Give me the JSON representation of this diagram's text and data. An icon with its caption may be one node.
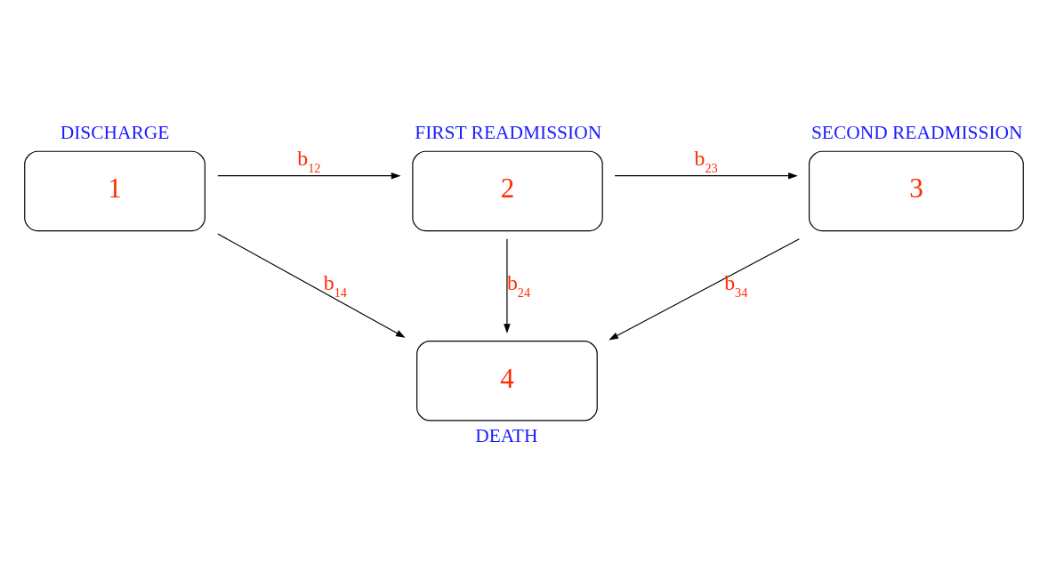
{
  "diagram": {
    "nodes": [
      {
        "text": [
          "1"
        ],
        "beside": [
          "DISCHARGE"
        ]
      },
      {
        "text": [
          "2"
        ],
        "beside": [
          "FIRST READMISSION"
        ]
      },
      {
        "text": [
          "3"
        ],
        "beside": [
          "SECOND READMISSION"
        ]
      },
      {
        "text": [
          "4"
        ],
        "beside": [
          "DEATH"
        ]
      }
    ],
    "edges": [
      {
        "from": 0,
        "to": 1,
        "arrow": "to",
        "label": "b$_{12}$"
      },
      {
        "from": 1,
        "to": 2,
        "arrow": "to",
        "label": "b$_{23}$"
      },
      {
        "from": 0,
        "to": 3,
        "arrow": "to",
        "label": "b$_{14}$"
      },
      {
        "from": 1,
        "to": 3,
        "arrow": "to",
        "label": "b$_{24}$"
      },
      {
        "from": 2,
        "to": 3,
        "arrow": "to",
        "label": "b$_{34}$"
      }
    ]
  }
}
